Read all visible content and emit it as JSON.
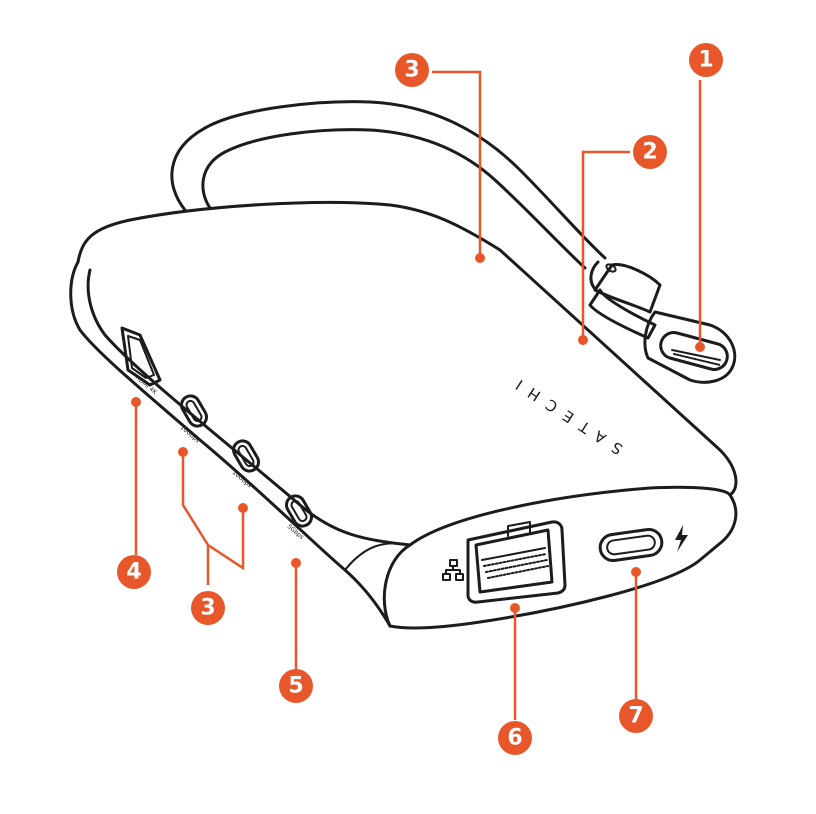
{
  "product": {
    "brand": "SATECHI",
    "hdmi_port_label": "HDMI 4K",
    "usb_port_labels": [
      "10Gbps",
      "10Gbps",
      "5Gbps"
    ]
  },
  "callouts": [
    {
      "number": "1"
    },
    {
      "number": "2"
    },
    {
      "number": "3"
    },
    {
      "number": "3"
    },
    {
      "number": "4"
    },
    {
      "number": "5"
    },
    {
      "number": "6"
    },
    {
      "number": "7"
    }
  ],
  "colors": {
    "accent": "#e8572a",
    "outline": "#1c1c1c",
    "background": "#ffffff"
  },
  "icons": {
    "ethernet": "network-icon",
    "power": "lightning-bolt-icon"
  }
}
